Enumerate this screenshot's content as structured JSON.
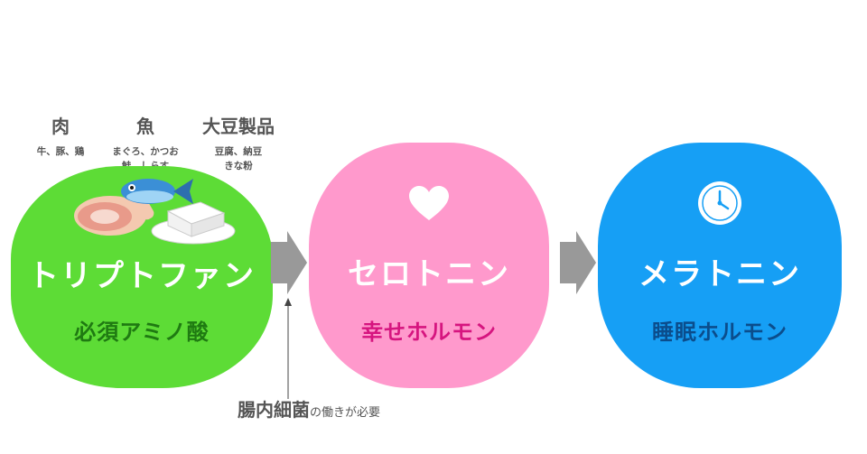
{
  "foods": [
    {
      "name": "肉",
      "examples": "牛、豚、鶏"
    },
    {
      "name": "魚",
      "examples": "まぐろ、かつお\n鮭、しらす"
    },
    {
      "name": "大豆製品",
      "examples": "豆腐、納豆\nきな粉"
    }
  ],
  "nodes": [
    {
      "title": "トリプトファン",
      "subtitle": "必須アミノ酸",
      "color": "#5ddc36",
      "subtitle_color": "#1f7a12",
      "icon": "food-illustration"
    },
    {
      "title": "セロトニン",
      "subtitle": "幸せホルモン",
      "color": "#ff99cc",
      "subtitle_color": "#d6157f",
      "icon": "heart-icon"
    },
    {
      "title": "メラトニン",
      "subtitle": "睡眠ホルモン",
      "color": "#169ff5",
      "subtitle_color": "#0b4d8c",
      "icon": "clock-icon"
    }
  ],
  "note": {
    "main": "腸内細菌",
    "rest": "の働きが必要"
  },
  "arrow_color": "#999999"
}
